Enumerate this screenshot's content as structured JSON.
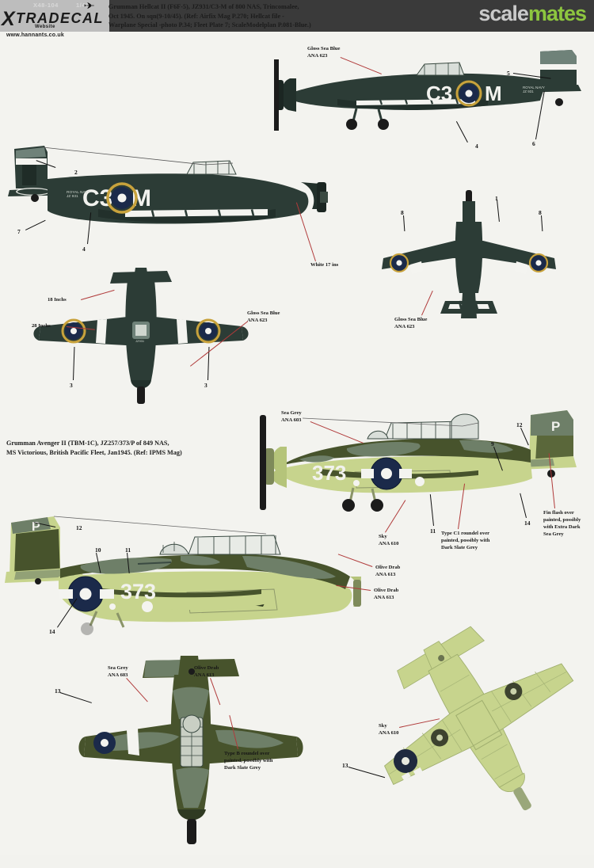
{
  "brand": {
    "logo_x": "X",
    "logo_word": "TRADECAL",
    "product_code": "X48-104",
    "product_code2": "1/48",
    "plane_icon": "airplane-icon",
    "sub_text": "Website",
    "website": "www.hannants.co.uk"
  },
  "watermark": {
    "part1": "scale",
    "part2": "mates"
  },
  "header_caption": {
    "line1": "Grumman Hellcat II (F6F-5), JZ931/C3-M of 800 NAS, Trincomalee,",
    "line2": "Oct 1945.  On sqn(9-10/45).  (Ref: Airfix Mag P.270;  Hellcat file -",
    "line3": "Warplane Special -photo P.34; Fleet Plate 7; ScaleModelplan P.081-Blue.)"
  },
  "subject_captions": {
    "avenger": {
      "line1": "Grumman Avenger II (TBM-1C), JZ257/373/P of 849 NAS,",
      "line2": "MS Victorious, British Pacific Fleet, Jan1945. (Ref: IPMS Mag)"
    }
  },
  "color_labels": {
    "gloss_sea_blue": {
      "name": "Gloss Sea Blue",
      "code": "ANA 623",
      "hex": "#2e4039"
    },
    "sea_grey": {
      "name": "Sea Grey",
      "code": "ANA 603",
      "hex": "#6f7f6a"
    },
    "sky": {
      "name": "Sky",
      "code": "ANA 610",
      "hex": "#c3d08a"
    },
    "olive_drab": {
      "name": "Olive Drab",
      "code": "ANA 613",
      "hex": "#3f4b28"
    }
  },
  "notes": {
    "type_c1": "Type C1 roundel over painted, possibly with Dark Slate Grey",
    "type_b": "Type B roundel over painted, possibly with Dark Slate Grey",
    "fin_flash": "Fin flash over painted, possibly with Extra Dark Sea Grey",
    "white_17": "White 17 ins",
    "inch_18": "18 Inchs",
    "inch_28": "28 Inchs"
  },
  "markings": {
    "hellcat_code_left": "C3",
    "hellcat_code_right": "M",
    "avenger_number": "373",
    "avenger_letter": "P"
  },
  "callouts": {
    "hellcat_top": [
      "5",
      "4",
      "6"
    ],
    "hellcat_side": [
      "2",
      "7",
      "4"
    ],
    "hellcat_front": [
      "1",
      "8",
      "8"
    ],
    "hellcat_plan": [
      "3",
      "3"
    ],
    "avenger_upper": [
      "12",
      "9",
      "11",
      "14"
    ],
    "avenger_lower": [
      "12",
      "10",
      "11",
      "14"
    ],
    "avenger_plan": [
      "13"
    ],
    "avenger_plan2": [
      "13"
    ]
  },
  "palette": {
    "paper": "#f3f3ef",
    "header_bg": "#3a3a3a",
    "gloss_sea_blue": "#2c3c36",
    "gsb_light": "#3a4c44",
    "olive_drab": "#47532c",
    "olive_dark": "#3a4626",
    "sea_grey": "#6e7f68",
    "sky": "#c7d48d",
    "sky_dark": "#b5c47a",
    "roundel_blue": "#1b2a4a",
    "white": "#f4f4f0",
    "leader_red": "#b03a3a",
    "ink": "#141414"
  }
}
